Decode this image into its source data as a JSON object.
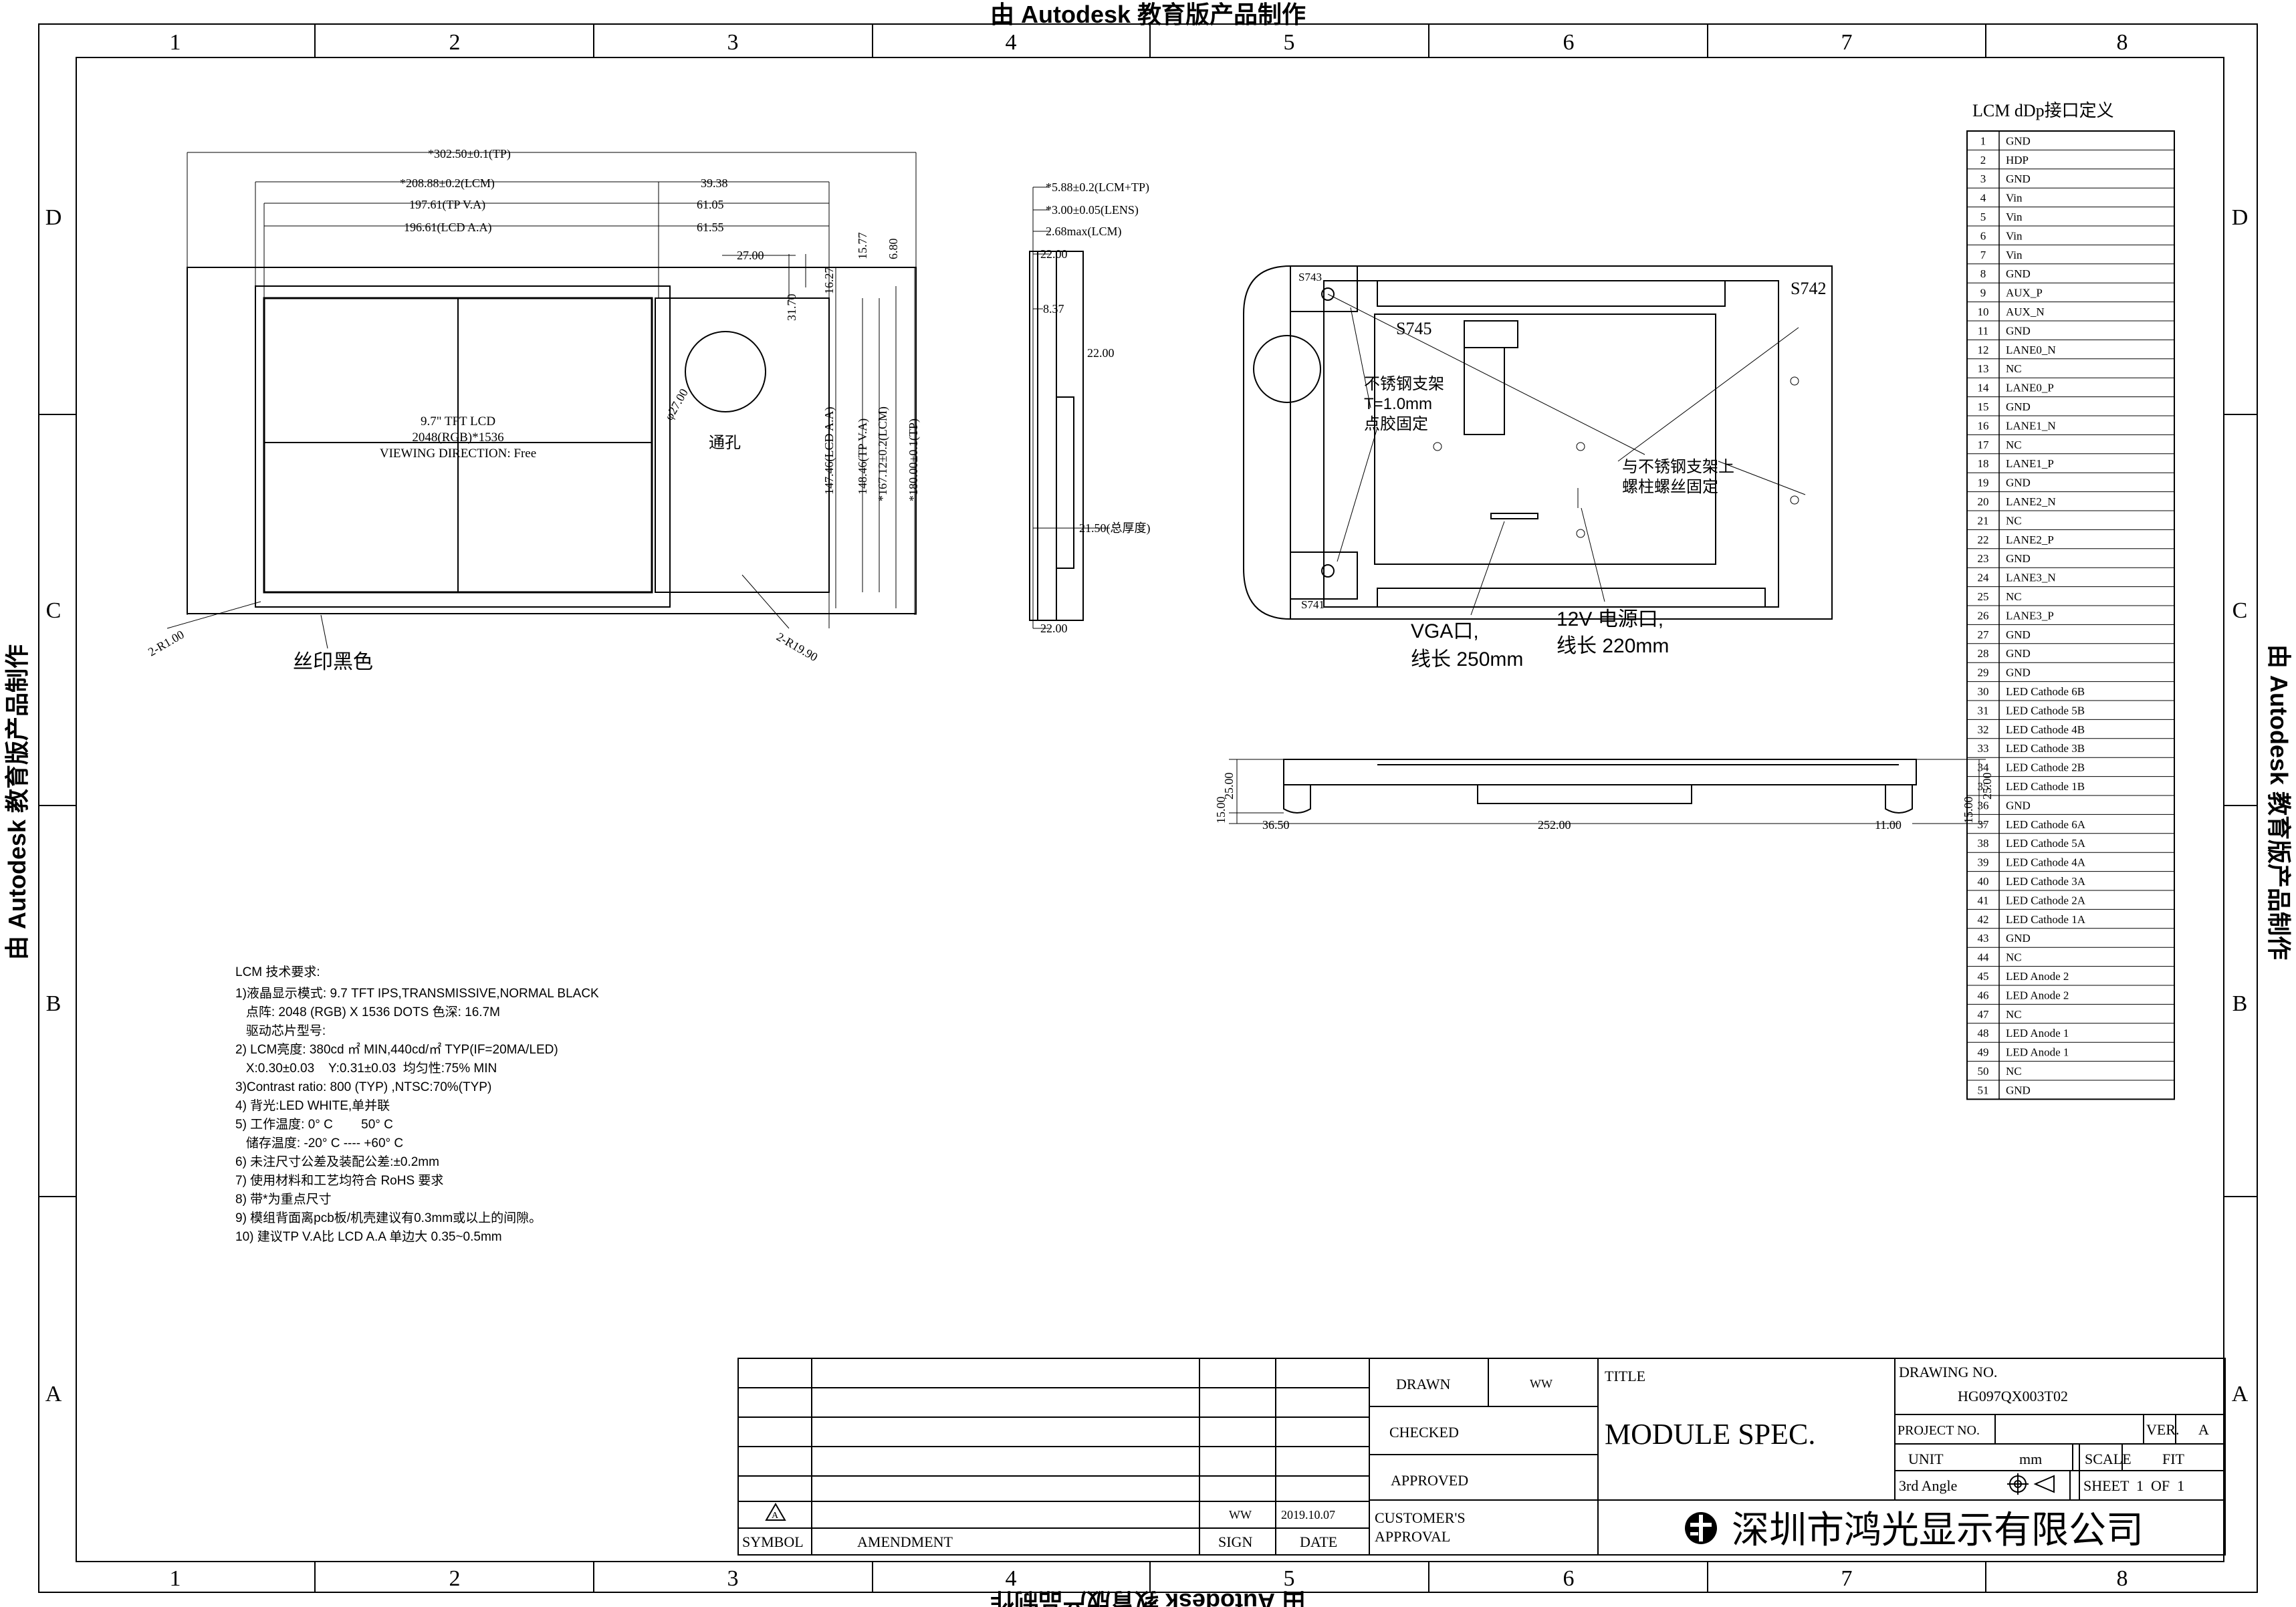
{
  "watermark": "由 Autodesk 教育版产品制作",
  "grid": {
    "columns": [
      "1",
      "2",
      "3",
      "4",
      "5",
      "6",
      "7",
      "8"
    ],
    "rows": [
      "D",
      "C",
      "B",
      "A"
    ]
  },
  "front_view": {
    "dims": {
      "d1": "*302.50±0.1(TP)",
      "d2": "*208.88±0.2(LCM)",
      "d3": "197.61(TP V.A)",
      "d4": "196.61(LCD A.A)",
      "d5": "39.38",
      "d6": "61.05",
      "d7": "61.55",
      "d8": "27.00",
      "d9": "31.70",
      "d10": "16.27",
      "d11": "15.77",
      "d12": "6.80",
      "d13": "147.46(LCD A.A)",
      "d14": "148.46(TP V.A)",
      "d15": "*167.12±0.2(LCM)",
      "d16": "*180.00±0.1(TP)",
      "d17": "φ27.00",
      "d18": "2-R1.00",
      "d19": "2-R19.90"
    },
    "lcd_lines": [
      "9.7\" TFT LCD",
      "2048(RGB)*1536",
      "VIEWING DIRECTION: Free"
    ],
    "hole_label": "通孔",
    "print_label": "丝印黑色"
  },
  "side_view": {
    "dims": {
      "s1": "*5.88±0.2(LCM+TP)",
      "s2": "*3.00±0.05(LENS)",
      "s3": "2.68max(LCM)",
      "s4": "22.00",
      "s5": "8.37",
      "s6": "22.00",
      "s7": "21.50(总厚度)",
      "s8": "22.00"
    }
  },
  "back_view": {
    "labels": {
      "b1": "S743",
      "b2": "S742",
      "b3": "S745",
      "b4": "S741",
      "b5": "不锈钢支架",
      "b6": "T=1.0mm",
      "b7": "点胶固定",
      "b8": "与不锈钢支架上",
      "b9": "螺柱螺丝固定",
      "b10": "VGA口,",
      "b11": "线长 250mm",
      "b12": "12V 电源口,",
      "b13": "线长 220mm"
    }
  },
  "bottom_view": {
    "dims": {
      "v1": "25.00",
      "v2": "15.00",
      "v3": "36.50",
      "v4": "252.00",
      "v5": "11.00",
      "v6": "15.00",
      "v7": "25.00"
    }
  },
  "pin_table": {
    "title": "LCM dDp接口定义",
    "pins": [
      {
        "no": "1",
        "name": "GND"
      },
      {
        "no": "2",
        "name": "HDP"
      },
      {
        "no": "3",
        "name": "GND"
      },
      {
        "no": "4",
        "name": "Vin"
      },
      {
        "no": "5",
        "name": "Vin"
      },
      {
        "no": "6",
        "name": "Vin"
      },
      {
        "no": "7",
        "name": "Vin"
      },
      {
        "no": "8",
        "name": "GND"
      },
      {
        "no": "9",
        "name": "AUX_P"
      },
      {
        "no": "10",
        "name": "AUX_N"
      },
      {
        "no": "11",
        "name": "GND"
      },
      {
        "no": "12",
        "name": "LANE0_N"
      },
      {
        "no": "13",
        "name": "NC"
      },
      {
        "no": "14",
        "name": "LANE0_P"
      },
      {
        "no": "15",
        "name": "GND"
      },
      {
        "no": "16",
        "name": "LANE1_N"
      },
      {
        "no": "17",
        "name": "NC"
      },
      {
        "no": "18",
        "name": "LANE1_P"
      },
      {
        "no": "19",
        "name": "GND"
      },
      {
        "no": "20",
        "name": "LANE2_N"
      },
      {
        "no": "21",
        "name": "NC"
      },
      {
        "no": "22",
        "name": "LANE2_P"
      },
      {
        "no": "23",
        "name": "GND"
      },
      {
        "no": "24",
        "name": "LANE3_N"
      },
      {
        "no": "25",
        "name": "NC"
      },
      {
        "no": "26",
        "name": "LANE3_P"
      },
      {
        "no": "27",
        "name": "GND"
      },
      {
        "no": "28",
        "name": "GND"
      },
      {
        "no": "29",
        "name": "GND"
      },
      {
        "no": "30",
        "name": "LED Cathode 6B"
      },
      {
        "no": "31",
        "name": "LED Cathode 5B"
      },
      {
        "no": "32",
        "name": "LED Cathode 4B"
      },
      {
        "no": "33",
        "name": "LED Cathode 3B"
      },
      {
        "no": "34",
        "name": "LED Cathode 2B"
      },
      {
        "no": "35",
        "name": "LED Cathode 1B"
      },
      {
        "no": "36",
        "name": "GND"
      },
      {
        "no": "37",
        "name": "LED Cathode 6A"
      },
      {
        "no": "38",
        "name": "LED Cathode 5A"
      },
      {
        "no": "39",
        "name": "LED Cathode 4A"
      },
      {
        "no": "40",
        "name": "LED Cathode 3A"
      },
      {
        "no": "41",
        "name": "LED Cathode 2A"
      },
      {
        "no": "42",
        "name": "LED Cathode 1A"
      },
      {
        "no": "43",
        "name": "GND"
      },
      {
        "no": "44",
        "name": "NC"
      },
      {
        "no": "45",
        "name": "LED Anode 2"
      },
      {
        "no": "46",
        "name": "LED Anode 2"
      },
      {
        "no": "47",
        "name": "NC"
      },
      {
        "no": "48",
        "name": "LED Anode 1"
      },
      {
        "no": "49",
        "name": "LED Anode 1"
      },
      {
        "no": "50",
        "name": "NC"
      },
      {
        "no": "51",
        "name": "GND"
      }
    ]
  },
  "notes": {
    "title": "LCM 技术要求:",
    "lines": [
      "1)液晶显示模式: 9.7 TFT IPS,TRANSMISSIVE,NORMAL BLACK",
      "   点阵: 2048 (RGB) X 1536 DOTS 色深: 16.7M",
      "   驱动芯片型号:",
      "2) LCM亮度: 380cd ㎡ MIN,440cd/㎡ TYP(IF=20MA/LED)",
      "   X:0.30±0.03    Y:0.31±0.03  均匀性:75% MIN",
      "3)Contrast ratio: 800 (TYP) ,NTSC:70%(TYP)",
      "4) 背光:LED WHITE,单并联",
      "5) 工作温度: 0° C        50° C",
      "   储存温度: -20° C ---- +60° C",
      "6) 未注尺寸公差及装配公差:±0.2mm",
      "7) 使用材料和工艺均符合 RoHS 要求",
      "8) 带*为重点尺寸",
      "9) 模组背面离pcb板/机壳建议有0.3mm或以上的间隙。",
      "10) 建议TP V.A比 LCD A.A 单边大 0.35~0.5mm"
    ]
  },
  "title_block": {
    "revision": {
      "symbol_mark": "A",
      "sign": "WW",
      "date": "2019.10.07",
      "symbol_label": "SYMBOL",
      "amendment_label": "AMENDMENT",
      "sign_label": "SIGN",
      "date_label": "DATE"
    },
    "drawn_label": "DRAWN",
    "drawn_value": "WW",
    "checked_label": "CHECKED",
    "approved_label": "APPROVED",
    "customer_label_1": "CUSTOMER'S",
    "customer_label_2": "APPROVAL",
    "title_label": "TITLE",
    "title_value": "MODULE SPEC.",
    "drawing_no_label": "DRAWING NO.",
    "drawing_no_value": "HG097QX003T02",
    "project_no_label": "PROJECT NO.",
    "ver_label": "VER.",
    "ver_value": "A",
    "unit_label": "UNIT",
    "unit_value": "mm",
    "scale_label": "SCALE",
    "scale_value": "FIT",
    "angle_label": "3rd Angle",
    "sheet_value": "SHEET  1  OF  1",
    "company": "深圳市鸿光显示有限公司"
  }
}
